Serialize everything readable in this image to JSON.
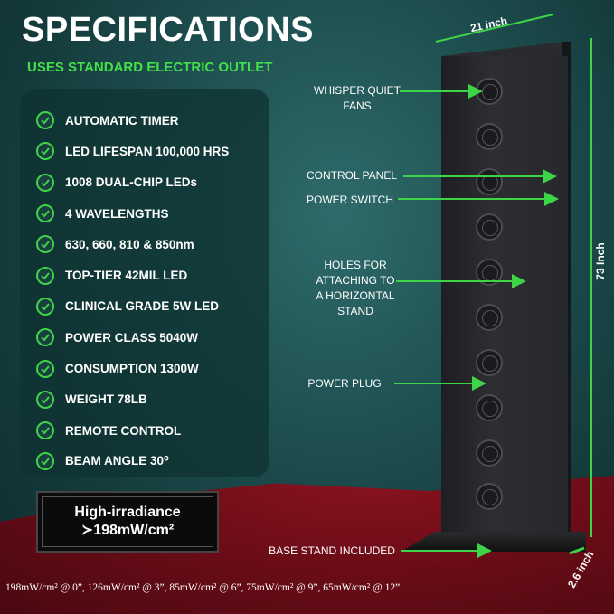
{
  "header": {
    "title": "SPECIFICATIONS",
    "subtitle": "USES STANDARD ELECTRIC OUTLET"
  },
  "specs": [
    "AUTOMATIC TIMER",
    "LED LIFESPAN 100,000 HRS",
    "1008 DUAL-CHIP LEDs",
    "4 WAVELENGTHS",
    "630, 660, 810 & 850nm",
    "TOP-TIER 42MIL LED",
    "CLINICAL GRADE 5W LED",
    "POWER CLASS 5040W",
    "CONSUMPTION 1300W",
    "WEIGHT 78LB",
    "REMOTE CONTROL",
    "BEAM ANGLE 30⁰"
  ],
  "irradiance": {
    "line1": "High-irradiance",
    "line2": "≻198mW/cm²"
  },
  "irradiance_note": "198mW/cm² @ 0”, 126mW/cm² @ 3”, 85mW/cm² @ 6”, 75mW/cm² @ 9”, 65mW/cm² @ 12”",
  "callouts": {
    "fans": [
      "WHISPER QUIET",
      "FANS"
    ],
    "control_panel": "CONTROL PANEL",
    "power_switch": "POWER SWITCH",
    "holes": [
      "HOLES FOR",
      "ATTACHING TO",
      "A HORIZONTAL",
      "STAND"
    ],
    "power_plug": "POWER PLUG",
    "base_stand": "BASE STAND INCLUDED"
  },
  "dimensions": {
    "width": "21 inch",
    "height": "73 Inch",
    "depth": "2.6 inch"
  },
  "colors": {
    "accent_green": "#3ed447",
    "subtitle_green": "#43e04a",
    "background_teal": "#1e4f50",
    "floor_red": "#7a0f1a"
  }
}
